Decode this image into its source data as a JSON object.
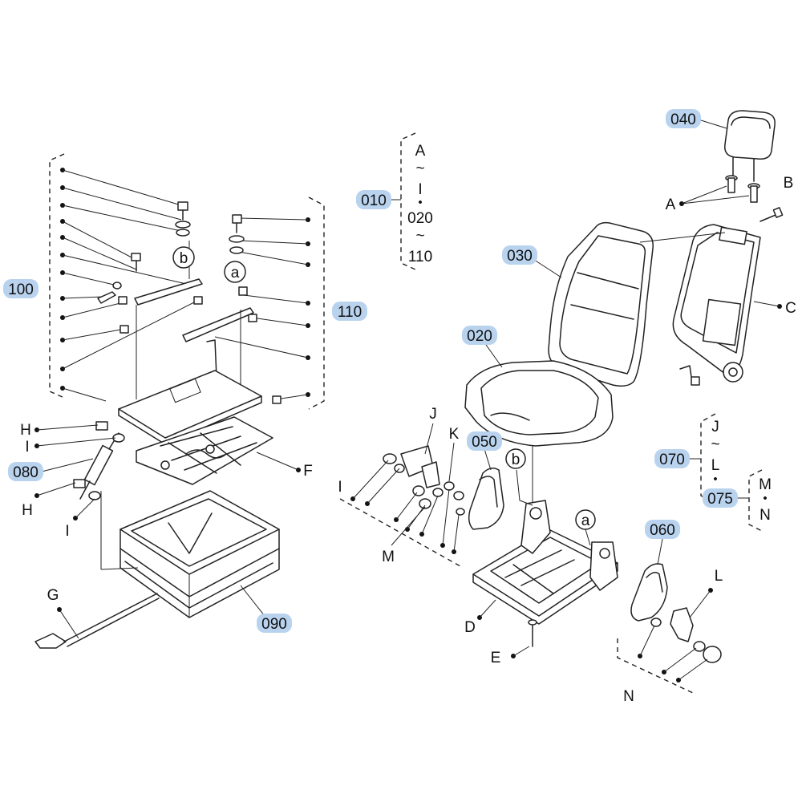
{
  "callouts": {
    "p010": "010",
    "p020": "020",
    "p030": "030",
    "p040": "040",
    "p050": "050",
    "p060": "060",
    "p070": "070",
    "p075": "075",
    "p080": "080",
    "p090": "090",
    "p100": "100",
    "p110": "110"
  },
  "range_010": [
    "A",
    "~",
    "I",
    "・",
    "020",
    "~",
    "110"
  ],
  "range_070": [
    "J",
    "~",
    "L",
    "・"
  ],
  "range_075": [
    "M",
    "・",
    "N"
  ],
  "letters": {
    "A": "A",
    "B": "B",
    "C": "C",
    "D": "D",
    "E": "E",
    "F": "F",
    "G": "G",
    "H": "H",
    "I": "I",
    "J": "J",
    "K": "K",
    "L": "L",
    "M": "M",
    "N": "N",
    "a": "a",
    "b": "b"
  }
}
